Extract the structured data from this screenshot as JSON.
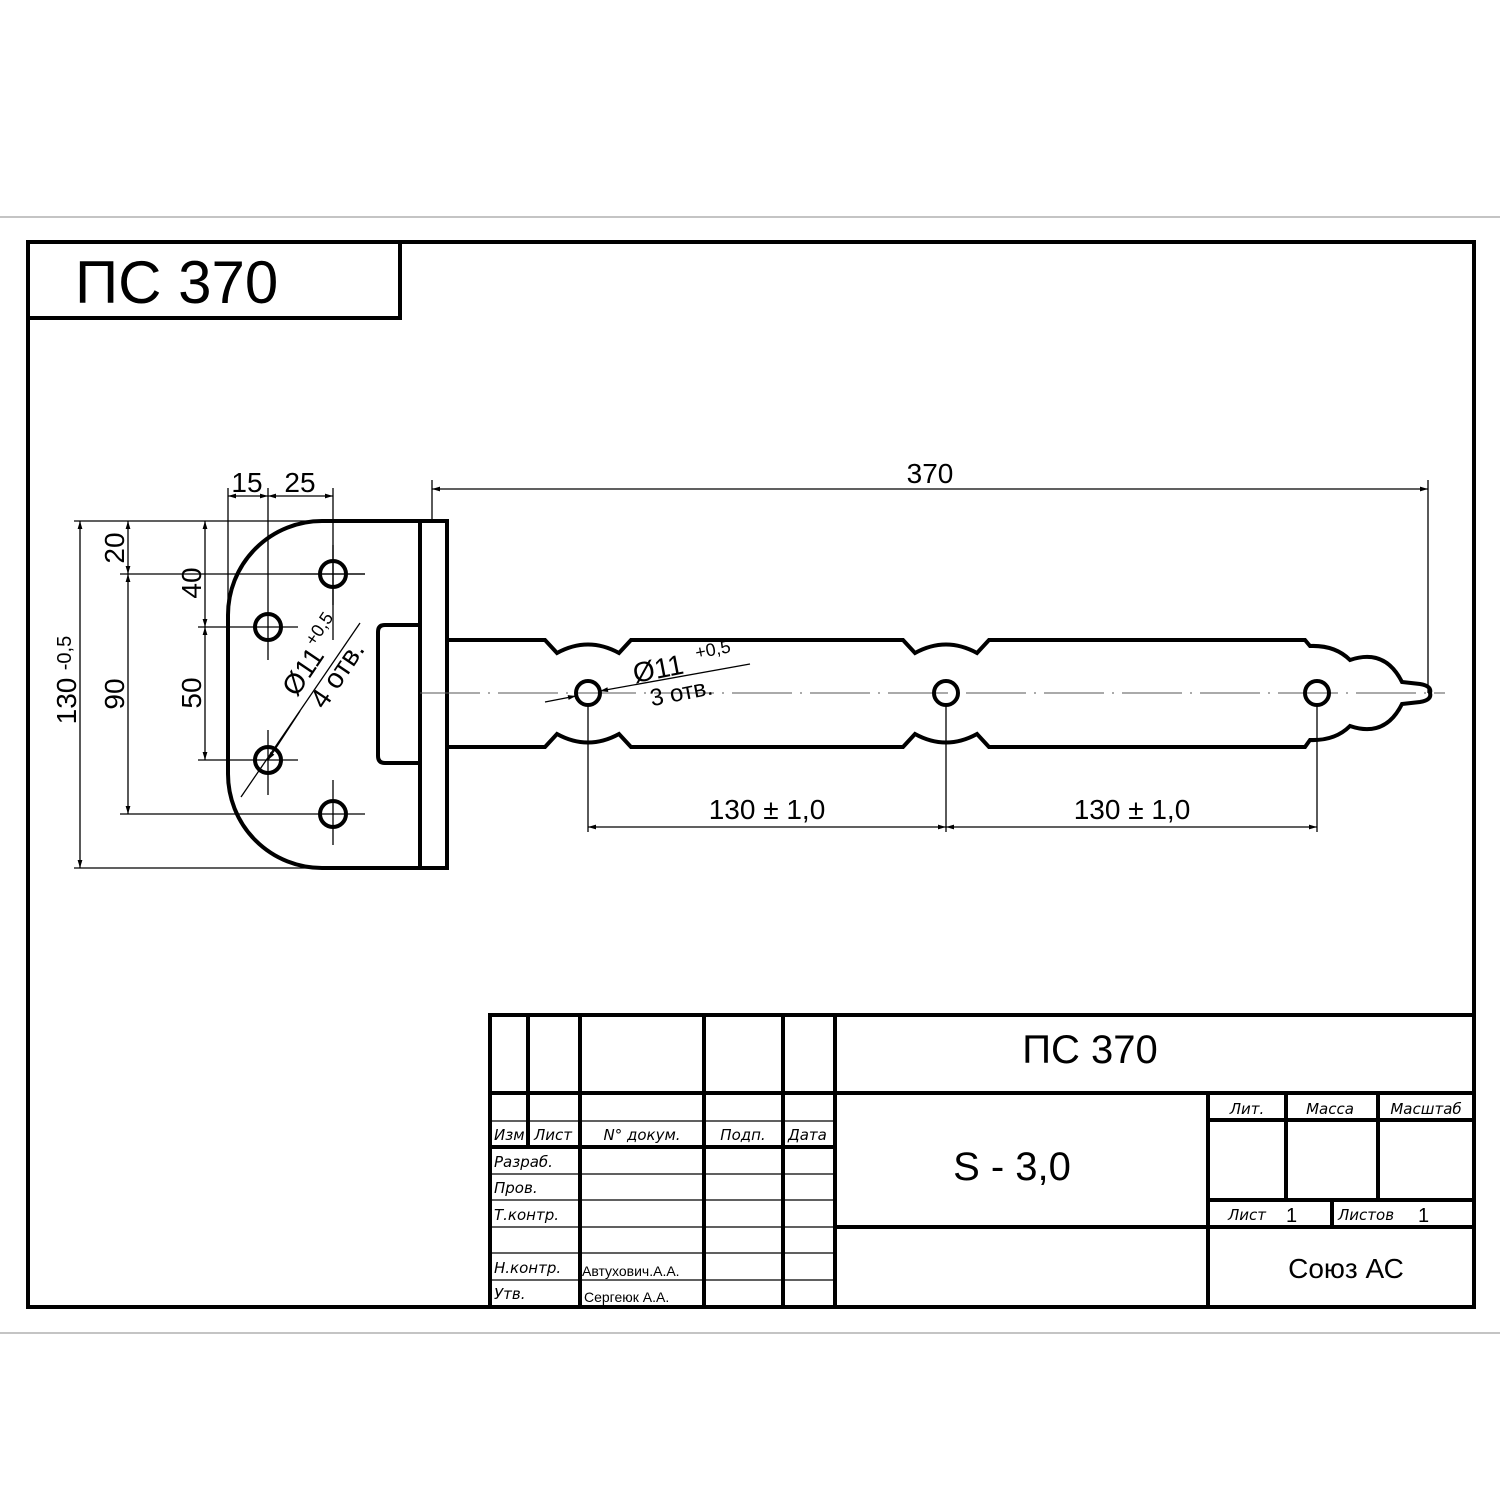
{
  "drawing": {
    "title_box": "ПС 370",
    "dimensions": {
      "overall_length": "370",
      "offset_15": "15",
      "offset_25": "25",
      "height_130": "130",
      "height_130_tol": "-0,5",
      "dim_20": "20",
      "dim_90": "90",
      "dim_40": "40",
      "dim_50": "50",
      "plate_hole_dia": "Ø11",
      "plate_hole_tol": "+0,5",
      "plate_hole_count": "4 отв.",
      "strap_hole_dia": "Ø11",
      "strap_hole_tol": "+0,5",
      "strap_hole_count": "3 отв.",
      "pitch_1": "130 ± 1,0",
      "pitch_2": "130 ± 1,0"
    }
  },
  "title_block": {
    "designation": "ПС 370",
    "material": "S - 3,0",
    "company": "Союз АС",
    "headers": {
      "izm": "Изм",
      "list": "Лист",
      "doc": "N° докум.",
      "sign": "Подп.",
      "date": "Дата"
    },
    "roles": {
      "razrab": "Разраб.",
      "prov": "Пров.",
      "tkontr": "Т.контр.",
      "nkontr": "Н.контр.",
      "utv": "Утв."
    },
    "names": {
      "nkontr": "Автухович.А.А.",
      "utv": "Сергеюк А.А."
    },
    "lit_label": "Лит.",
    "mass_label": "Масса",
    "scale_label": "Масштаб",
    "sheet_label": "Лист",
    "sheet_value": "1",
    "sheets_label": "Листов",
    "sheets_value": "1"
  }
}
